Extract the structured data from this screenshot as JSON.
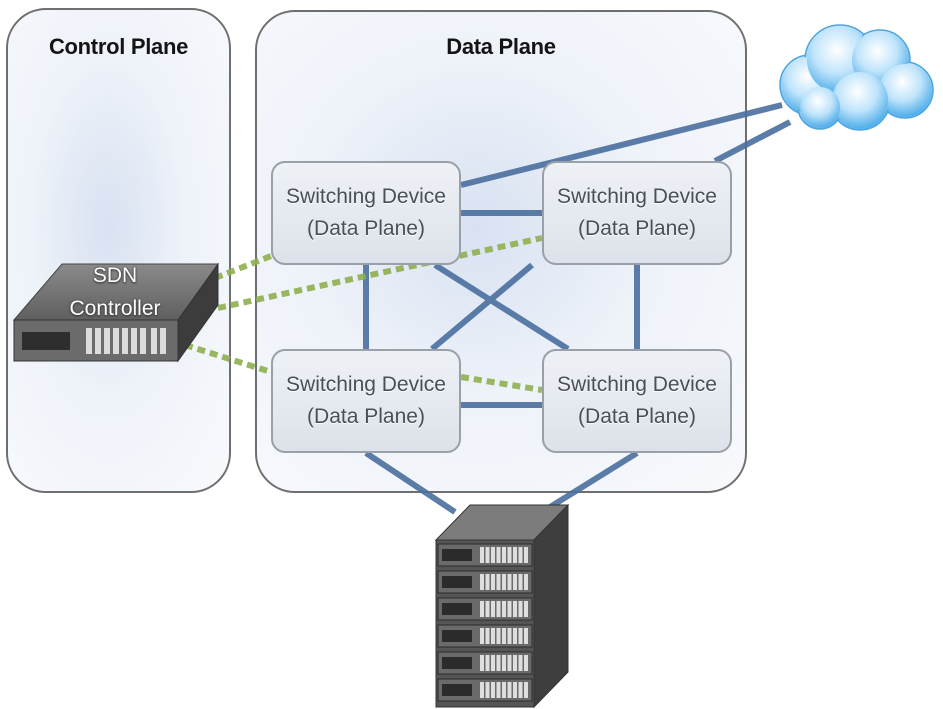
{
  "control_plane": {
    "title": "Control Plane"
  },
  "data_plane": {
    "title": "Data Plane"
  },
  "sdn_controller": {
    "line1": "SDN",
    "line2": "Controller",
    "icon": "server-appliance-icon"
  },
  "switches": [
    {
      "line1": "Switching Device",
      "line2": "(Data Plane)"
    },
    {
      "line1": "Switching Device",
      "line2": "(Data Plane)"
    },
    {
      "line1": "Switching Device",
      "line2": "(Data Plane)"
    },
    {
      "line1": "Switching Device",
      "line2": "(Data Plane)"
    }
  ],
  "icons": {
    "cloud": "cloud-icon",
    "rack": "server-rack-icon"
  },
  "colors": {
    "data_link": "#4a6f9f",
    "control_link": "#8fb04f",
    "panel_border": "#6f6f6f"
  }
}
